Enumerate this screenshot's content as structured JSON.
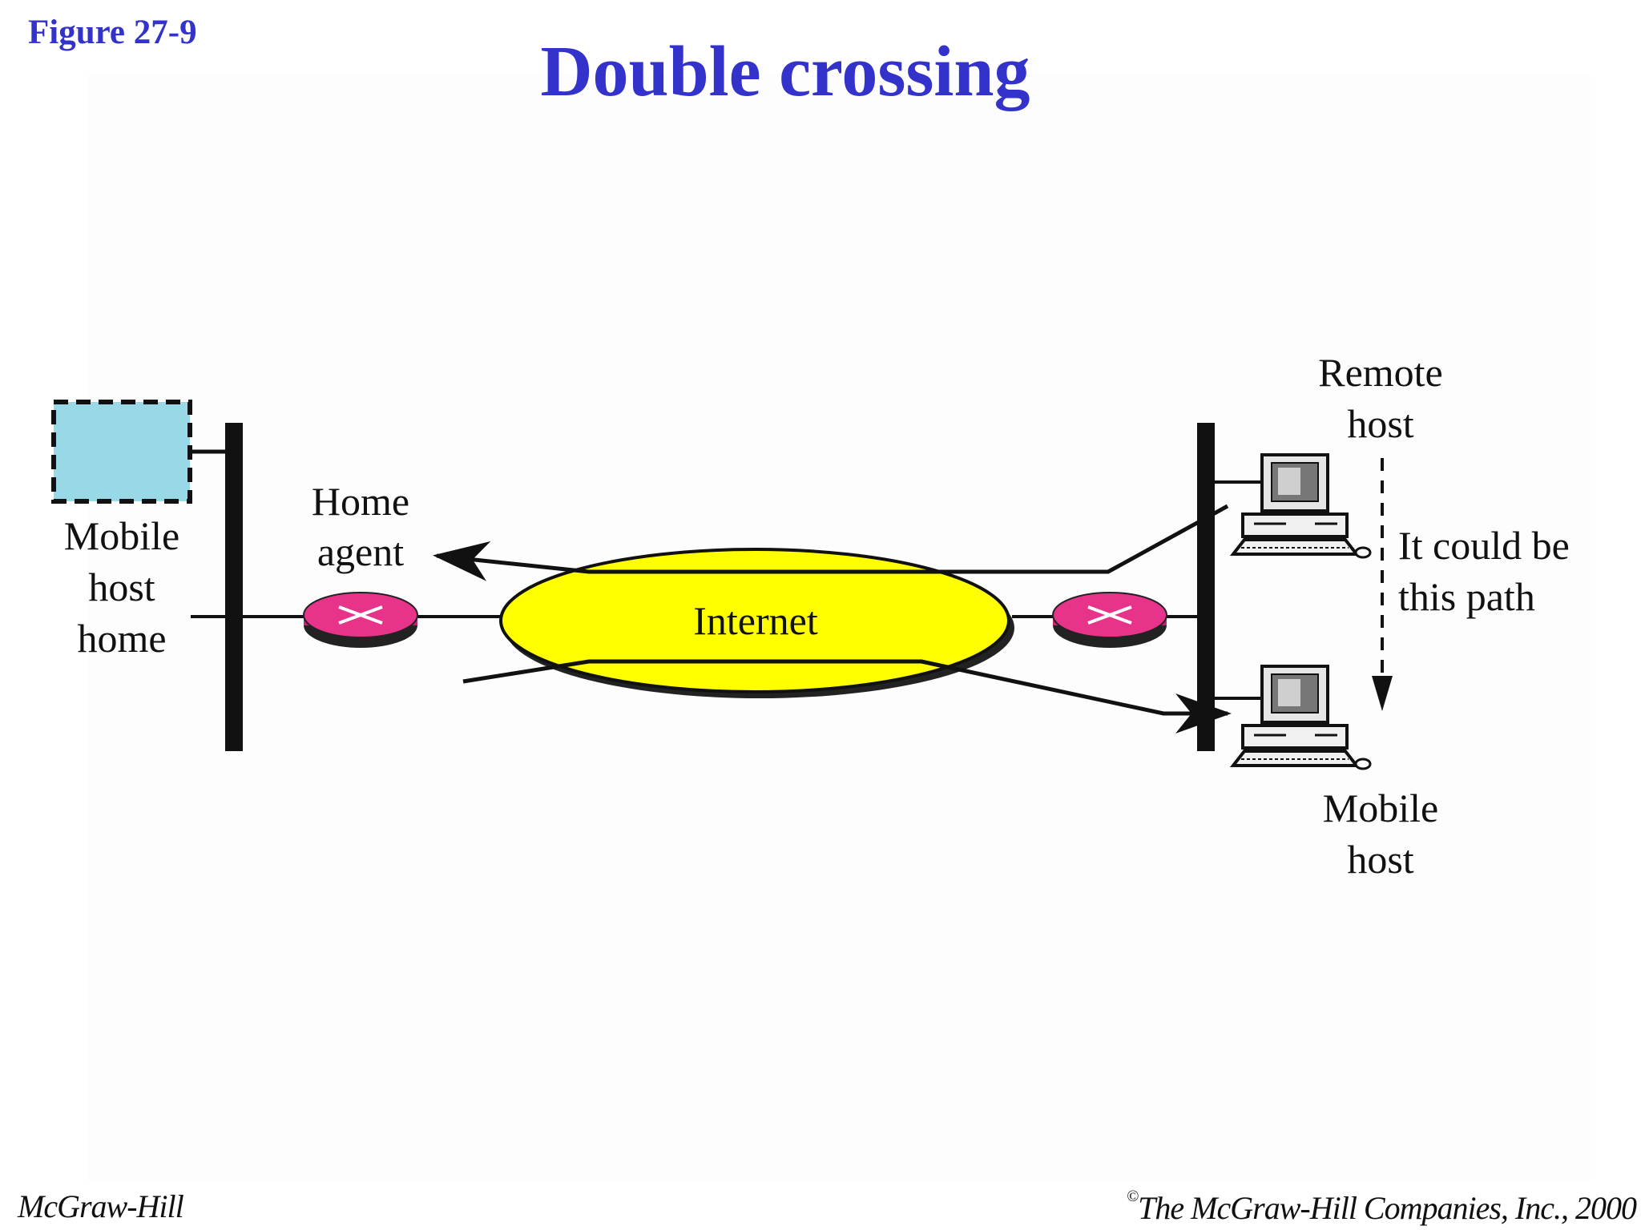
{
  "figure_label": "Figure  27-9",
  "title": "Double crossing",
  "diagram": {
    "mobile_host_home_lines": [
      "Mobile",
      "host",
      "home"
    ],
    "home_agent_lines": [
      "Home",
      "agent"
    ],
    "internet_label": "Internet",
    "remote_host_lines": [
      "Remote",
      "host"
    ],
    "path_note_lines": [
      "It could be",
      "this path"
    ],
    "mobile_host_lines": [
      "Mobile",
      "host"
    ]
  },
  "colors": {
    "title": "#3333cc",
    "internet_fill": "#ffff00",
    "router_fill": "#e8338a",
    "home_box_fill": "#99d8e6"
  },
  "footer": {
    "left": "McGraw-Hill",
    "copyright_mark": "©",
    "right": "The McGraw-Hill Companies, Inc., 2000"
  }
}
